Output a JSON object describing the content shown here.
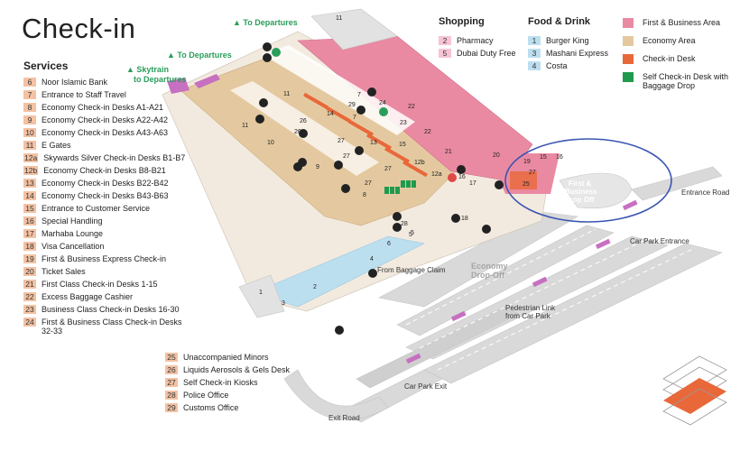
{
  "title": "Check-in",
  "services_heading": "Services",
  "services": [
    {
      "num": "6",
      "label": "Noor Islamic Bank"
    },
    {
      "num": "7",
      "label": "Entrance to Staff Travel"
    },
    {
      "num": "8",
      "label": "Economy Check-in Desks A1-A21"
    },
    {
      "num": "9",
      "label": "Economy Check-in Desks A22-A42"
    },
    {
      "num": "10",
      "label": "Economy Check-in Desks A43-A63"
    },
    {
      "num": "11",
      "label": "E Gates"
    },
    {
      "num": "12a",
      "label": "Skywards Silver Check-in Desks B1-B7"
    },
    {
      "num": "12b",
      "label": "Economy Check-in Desks B8-B21"
    },
    {
      "num": "13",
      "label": "Economy Check-in Desks B22-B42"
    },
    {
      "num": "14",
      "label": "Economy Check-in Desks B43-B63"
    },
    {
      "num": "15",
      "label": "Entrance to Customer Service"
    },
    {
      "num": "16",
      "label": "Special Handling"
    },
    {
      "num": "17",
      "label": "Marhaba Lounge"
    },
    {
      "num": "18",
      "label": "Visa Cancellation"
    },
    {
      "num": "19",
      "label": "First & Business Express Check-in"
    },
    {
      "num": "20",
      "label": "Ticket Sales"
    },
    {
      "num": "21",
      "label": "First Class Check-in Desks 1-15"
    },
    {
      "num": "22",
      "label": "Excess Baggage Cashier"
    },
    {
      "num": "23",
      "label": "Business Class Check-in Desks 16-30"
    },
    {
      "num": "24",
      "label": "First & Business Class Check-in Desks 32-33"
    }
  ],
  "services_col2": [
    {
      "num": "25",
      "label": "Unaccompanied Minors"
    },
    {
      "num": "26",
      "label": "Liquids Aerosols & Gels Desk"
    },
    {
      "num": "27",
      "label": "Self Check-in Kiosks"
    },
    {
      "num": "28",
      "label": "Police Office"
    },
    {
      "num": "29",
      "label": "Customs Office"
    }
  ],
  "shopping": {
    "heading": "Shopping",
    "items": [
      {
        "num": "2",
        "label": "Pharmacy"
      },
      {
        "num": "5",
        "label": "Dubai Duty Free"
      }
    ]
  },
  "food": {
    "heading": "Food & Drink",
    "items": [
      {
        "num": "1",
        "label": "Burger King"
      },
      {
        "num": "3",
        "label": "Mashani Express"
      },
      {
        "num": "4",
        "label": "Costa"
      }
    ]
  },
  "areas": [
    {
      "label": "First & Business Area",
      "color": "#ea8aa2"
    },
    {
      "label": "Economy Area",
      "color": "#e4c9a0"
    },
    {
      "label": "Check-in Desk",
      "color": "#e8683a"
    },
    {
      "label": "Self Check-in Desk with Baggage Drop",
      "color": "#1f9a4e"
    }
  ],
  "map_labels": {
    "to_departures_1": "To Departures",
    "to_departures_2": "To Departures",
    "skytrain": "Skytrain",
    "skytrain_2": "to Departures",
    "from_baggage_claim": "From Baggage Claim",
    "economy_dropoff_1": "Economy",
    "economy_dropoff_2": "Drop-Off",
    "first_business_dropoff_1": "First &",
    "first_business_dropoff_2": "Business",
    "first_business_dropoff_3": "Drop Off",
    "entrance_road": "Entrance Road",
    "car_park_entrance": "Car Park Entrance",
    "pedestrian_link_1": "Pedestrian Link",
    "pedestrian_link_2": "from Car Park",
    "car_park_exit": "Car Park Exit",
    "exit_road": "Exit Road"
  },
  "map_numbers": [
    "11",
    "11",
    "11",
    "26",
    "26",
    "10",
    "14",
    "7",
    "29",
    "24",
    "22",
    "7",
    "23",
    "22",
    "13",
    "15",
    "27",
    "27",
    "27",
    "27",
    "9",
    "8",
    "12b",
    "12a",
    "16",
    "21",
    "17",
    "20",
    "19",
    "15",
    "16",
    "27",
    "25",
    "28",
    "18",
    "6",
    "5",
    "4",
    "1",
    "3",
    "2",
    "5"
  ],
  "colors": {
    "first_business": "#ea8aa2",
    "economy": "#e4c9a0",
    "checkin_desk": "#e8683a",
    "self_checkin": "#1f9a4e",
    "food": "#bcdff0",
    "shopping": "#f6c4d4",
    "service_badge": "#f3c2a3",
    "departures_green": "#2a9d5b",
    "road": "#d8d8d8",
    "highlight_ring": "#3a55b3"
  }
}
